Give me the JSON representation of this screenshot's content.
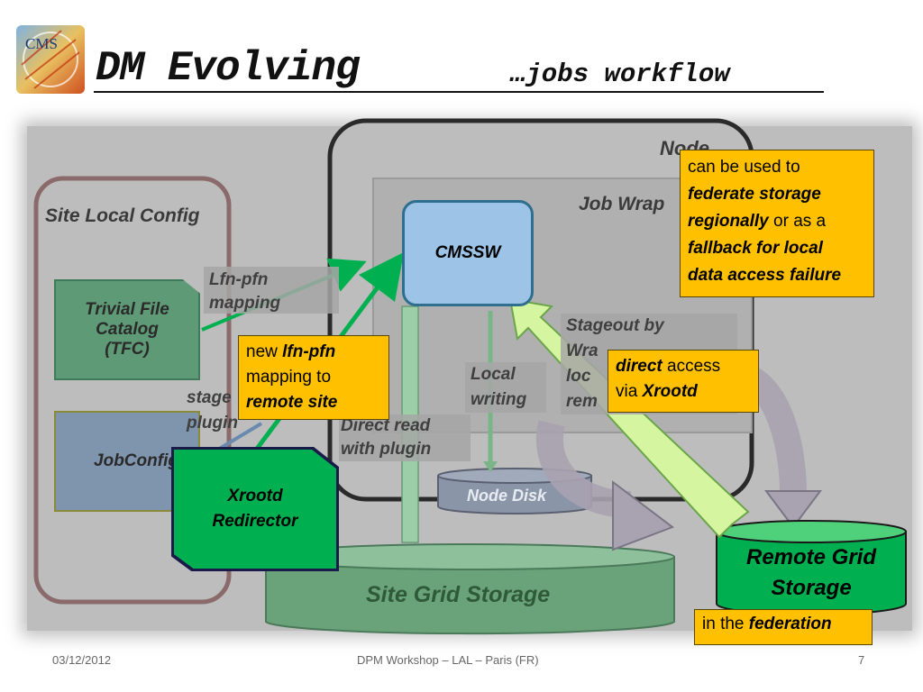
{
  "title": {
    "main": "DM Evolving",
    "sub": "…jobs workflow"
  },
  "labels": {
    "node": "Node",
    "job_wrapper": "Job Wrap",
    "site_local_config": "Site Local Config",
    "cmssw": "CMSSW",
    "tfc": [
      "Trivial File",
      "Catalog",
      "(TFC)"
    ],
    "jobconfig": "JobConfig",
    "lfn_pfn": [
      "Lfn-pfn",
      "mapping"
    ],
    "stage_plugin": [
      "stage",
      "plugin"
    ],
    "local_writing": [
      "Local",
      "writing"
    ],
    "stageout": [
      "Stageout by",
      "Wra",
      "loc",
      "rem"
    ],
    "direct_read": [
      "Direct read",
      "with plugin"
    ],
    "node_disk": "Node Disk",
    "xrootd_redirector": [
      "Xrootd",
      "Redirector"
    ],
    "site_grid_storage": "Site Grid Storage",
    "remote_grid_storage": [
      "Remote Grid",
      "Storage"
    ]
  },
  "callouts": {
    "federate": {
      "line1": "can be used to",
      "line2": "federate  storage",
      "line3a": "regionally",
      "line3b": " or as a",
      "line4": "fallback for local",
      "line5": "data access failure"
    },
    "new_mapping": {
      "line1a": "new ",
      "line1b": "lfn-pfn",
      "line2": "mapping to",
      "line3": "remote site"
    },
    "direct_access": {
      "line1a": "direct",
      "line1b": " access",
      "line2a": "via ",
      "line2b": "Xrootd"
    },
    "federation": {
      "a": "in the ",
      "b": "federation"
    }
  },
  "footer": {
    "date": "03/12/2012",
    "center": "DPM Workshop – LAL – Paris (FR)",
    "page": "7"
  },
  "logo": {
    "text": "CMS"
  },
  "colors": {
    "callout": "#ffc000",
    "arrow_green": "#00b050",
    "cmssw_blue": "#9dc3e6",
    "redirector_green": "#00b050",
    "storage_green": "#5a9a6a"
  }
}
